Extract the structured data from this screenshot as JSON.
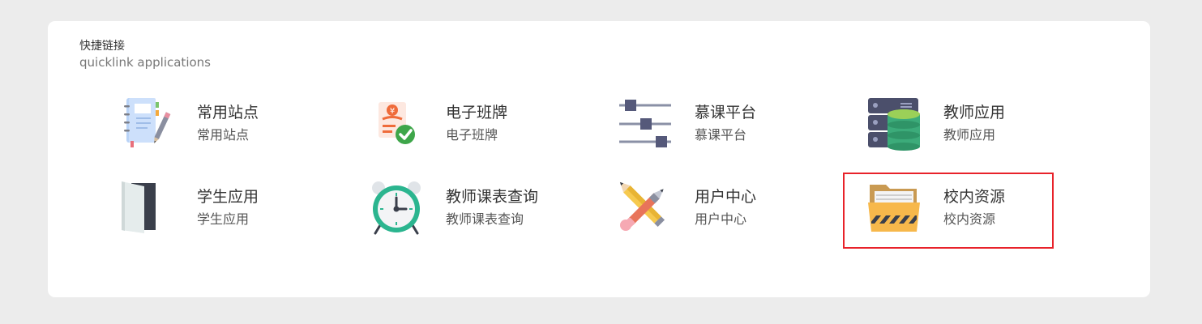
{
  "header": {
    "title": "快捷链接",
    "subtitle": "quicklink applications"
  },
  "apps": [
    {
      "name": "常用站点",
      "desc": "常用站点",
      "icon": "notebook-pen-icon"
    },
    {
      "name": "电子班牌",
      "desc": "电子班牌",
      "icon": "payment-check-icon"
    },
    {
      "name": "慕课平台",
      "desc": "慕课平台",
      "icon": "sliders-icon"
    },
    {
      "name": "教师应用",
      "desc": "教师应用",
      "icon": "server-database-icon"
    },
    {
      "name": "学生应用",
      "desc": "学生应用",
      "icon": "door-icon"
    },
    {
      "name": "教师课表查询",
      "desc": "教师课表查询",
      "icon": "alarm-clock-icon"
    },
    {
      "name": "用户中心",
      "desc": "用户中心",
      "icon": "pen-pencil-tools-icon"
    },
    {
      "name": "校内资源",
      "desc": "校内资源",
      "icon": "resource-folder-icon"
    }
  ],
  "colors": {
    "page_background": "#ececec",
    "card_background": "#ffffff",
    "highlight_border": "#e8222a",
    "title_text": "#333333",
    "subtitle_text": "#777777"
  }
}
